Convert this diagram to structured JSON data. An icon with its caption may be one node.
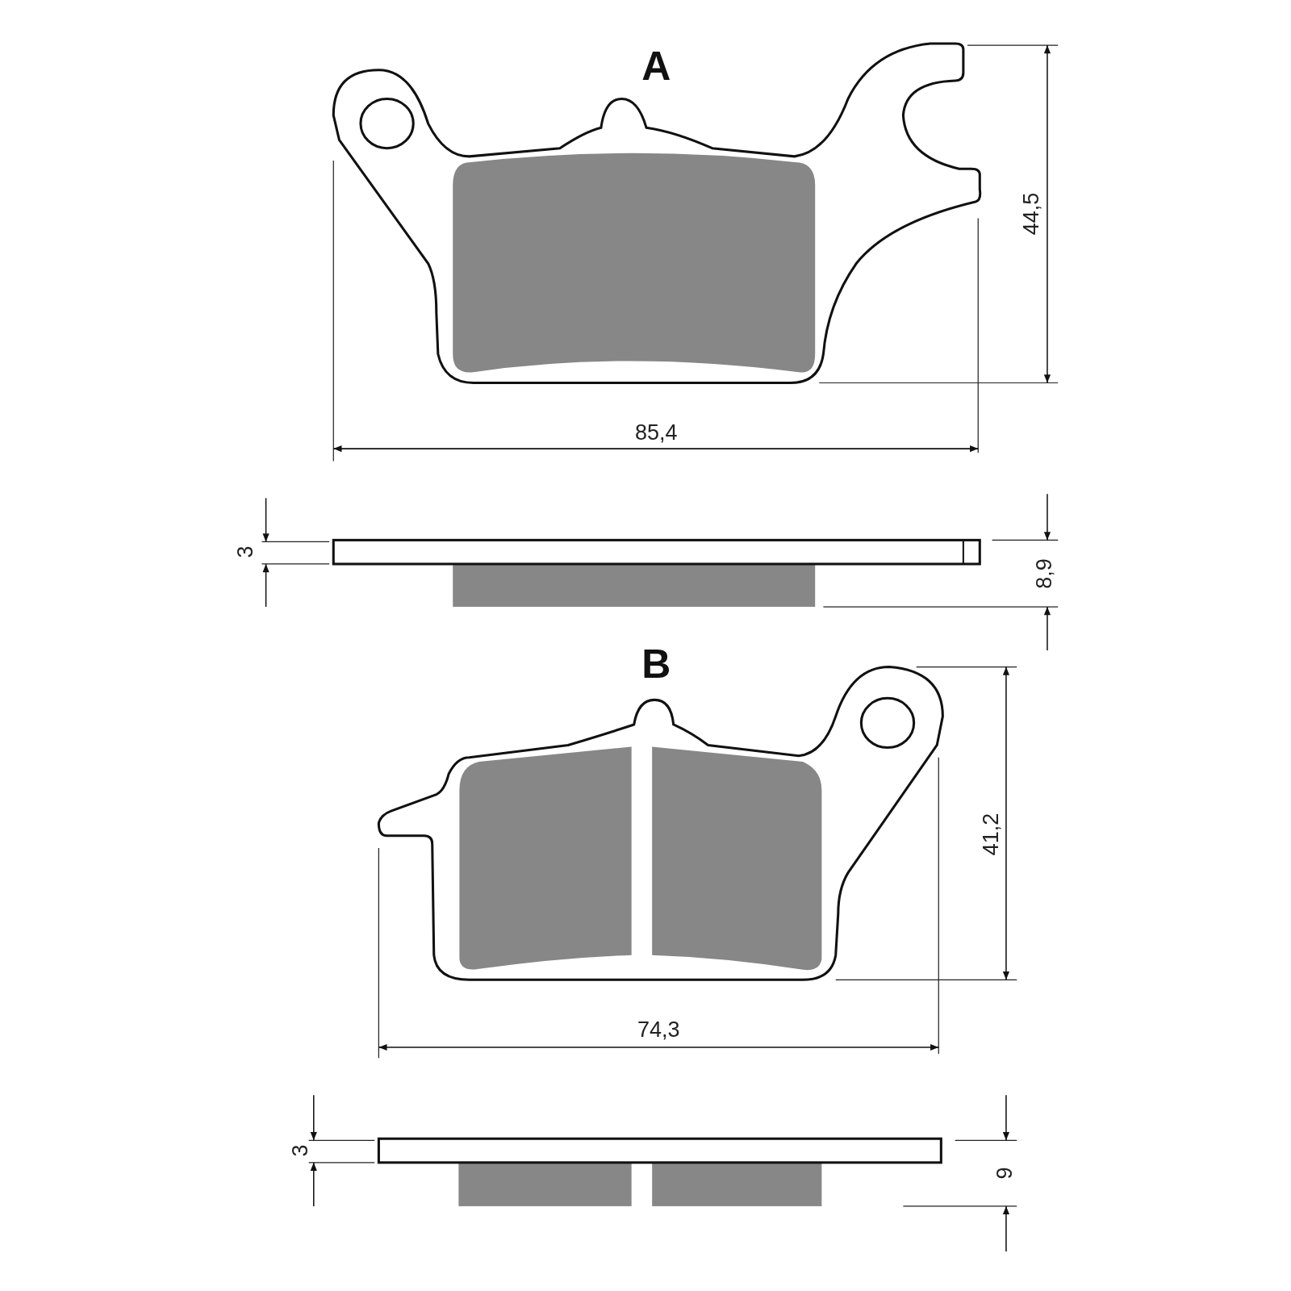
{
  "diagram": {
    "labels": [
      "A",
      "44,5",
      "85,4",
      "3",
      "8,9",
      "B",
      "41,2",
      "74,3",
      "3",
      "9"
    ]
  }
}
